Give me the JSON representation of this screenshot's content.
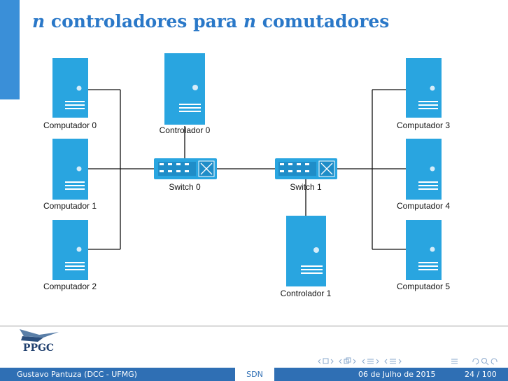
{
  "slide": {
    "title_var_1": "n",
    "title_mid": "controladores para",
    "title_var_2": "n",
    "title_end": "comutadores"
  },
  "diagram": {
    "computers": [
      "Computador 0",
      "Computador 1",
      "Computador 2",
      "Computador 3",
      "Computador 4",
      "Computador 5"
    ],
    "controllers": [
      "Controlador 0",
      "Controlador 1"
    ],
    "switches": [
      "Switch 0",
      "Switch 1"
    ]
  },
  "logo": {
    "text": "PPGC"
  },
  "footer": {
    "author": "Gustavo Pantuza (DCC - UFMG)",
    "short_title": "SDN",
    "date": "06 de Julho de 2015",
    "page": "24 / 100"
  },
  "colors": {
    "accent": "#2a78c8",
    "server": "#29a5e0",
    "footer": "#2f6fb4"
  }
}
